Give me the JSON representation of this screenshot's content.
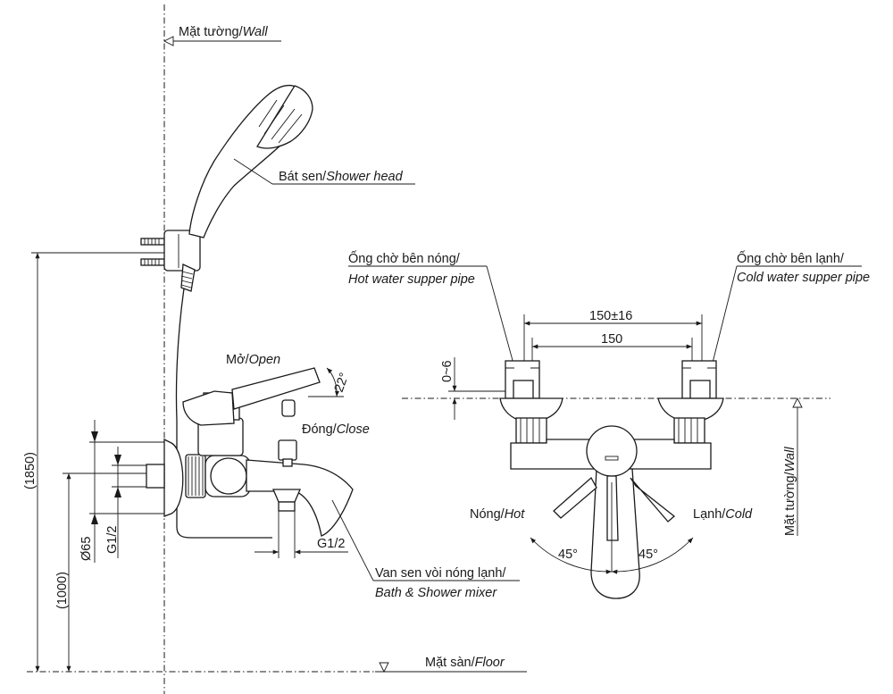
{
  "labels": {
    "wall_top": {
      "vi": "Mặt tường/",
      "en": "Wall"
    },
    "wall_side": {
      "vi": "Mặt tường/",
      "en": "Wall"
    },
    "shower_head": {
      "vi": "Bát sen/",
      "en": "Shower head"
    },
    "open": {
      "vi": "Mở/",
      "en": "Open"
    },
    "close": {
      "vi": "Đóng/",
      "en": "Close"
    },
    "hot_pipe": {
      "vi": "Ống chờ bên nóng/",
      "en": "Hot water supper pipe"
    },
    "cold_pipe": {
      "vi": "Ống chờ bên lạnh/",
      "en": "Cold water supper pipe"
    },
    "hot": {
      "vi": "Nóng/",
      "en": "Hot"
    },
    "cold": {
      "vi": "Lạnh/",
      "en": "Cold"
    },
    "mixer": {
      "vi": "Van sen vòi nóng lạnh/",
      "en": "Bath & Shower mixer"
    },
    "floor": {
      "vi": "Mặt sàn/",
      "en": "Floor"
    }
  },
  "dimensions": {
    "height_total": "(1850)",
    "height_mixer": "(1000)",
    "diameter": "Ø65",
    "thread_inlet": "G1/2",
    "thread_outlet": "G1/2",
    "handle_angle": "22°",
    "spacing_range": "150±16",
    "spacing": "150",
    "offset": "0~6",
    "angle_left": "45°",
    "angle_right": "45°"
  }
}
